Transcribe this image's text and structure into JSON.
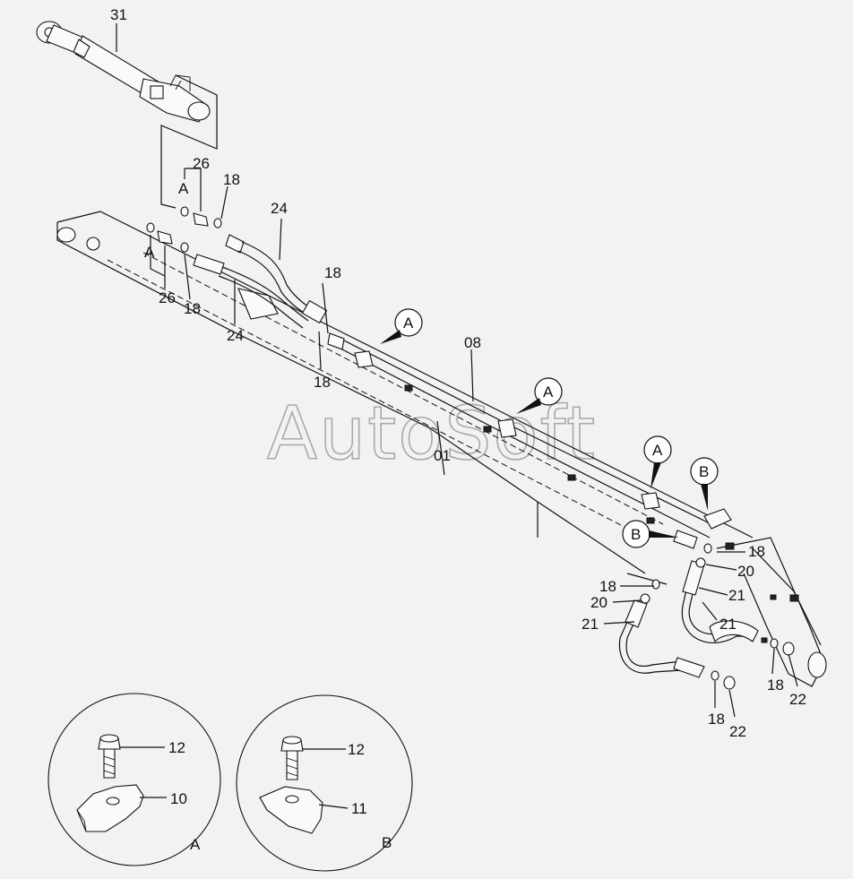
{
  "watermark": "AutoSoft",
  "callouts": {
    "c31": "31",
    "c26_top": "26",
    "cA_top": "A",
    "c18_top": "18",
    "c24_top": "24",
    "cA_mid": "A",
    "c26_mid": "26",
    "c18_mid": "18",
    "c24_mid": "24",
    "c18_a": "18",
    "c18_b": "18",
    "c08": "08",
    "c01": "01",
    "c18_r1": "18",
    "c20_r1": "20",
    "c21_r1": "21",
    "c21_r2": "21",
    "c18_l": "18",
    "c20_l": "20",
    "c21_l": "21",
    "c18_bot": "18",
    "c22_bot": "22",
    "c18_rr": "18",
    "c22_rr": "22"
  },
  "markers": {
    "A1": "A",
    "A2": "A",
    "A3": "A",
    "B1": "B",
    "B2": "B"
  },
  "detail_A": {
    "bolt": "12",
    "clamp": "10",
    "title": "A"
  },
  "detail_B": {
    "bolt": "12",
    "clamp": "11",
    "title": "B"
  }
}
